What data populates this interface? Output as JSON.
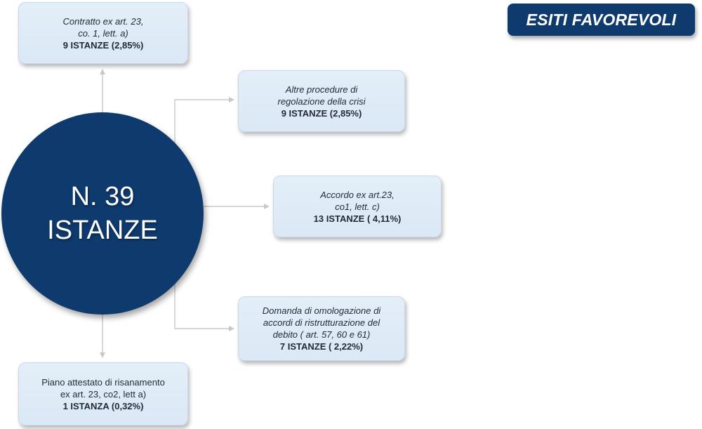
{
  "badge": {
    "label": "ESITI FAVOREVOLI"
  },
  "center": {
    "line1": "N. 39",
    "line2": "ISTANZE"
  },
  "outcomes": {
    "contratto": {
      "desc_lines": [
        "Contratto ex art. 23,",
        "co. 1, lett. a)"
      ],
      "count": "9 ISTANZE (2,85%)"
    },
    "altre": {
      "desc_lines": [
        "Altre procedure di",
        "regolazione della crisi"
      ],
      "count": "9 ISTANZE (2,85%)"
    },
    "accordo": {
      "desc_lines": [
        "Accordo ex art.23,",
        "co1, lett. c)"
      ],
      "count": "13 ISTANZE ( 4,11%)"
    },
    "domanda": {
      "desc_lines": [
        "Domanda di omologazione di",
        "accordi di ristrutturazione del",
        "debito ( art. 57, 60 e 61)"
      ],
      "count": "7 ISTANZE ( 2,22%)"
    },
    "piano": {
      "desc_lines": [
        "Piano attestato di risanamento",
        "ex art. 23, co2, lett a)"
      ],
      "count": "1 ISTANZA (0,32%)"
    }
  },
  "colors": {
    "primary": "#0e3a6e",
    "box_fill": "#dde9f6",
    "connector": "#c8c8c8"
  }
}
